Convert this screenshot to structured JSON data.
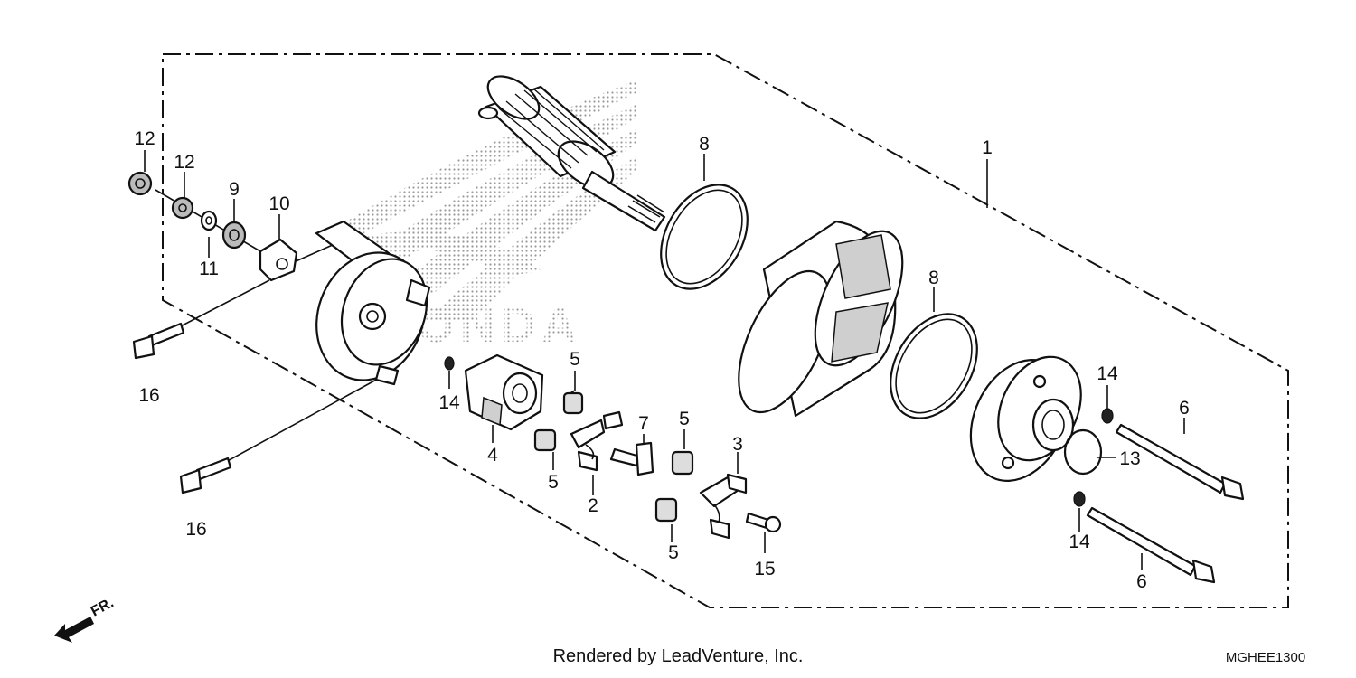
{
  "diagram": {
    "callouts": {
      "p1": "1",
      "p2": "2",
      "p3": "3",
      "p4": "4",
      "p5a": "5",
      "p5b": "5",
      "p5c": "5",
      "p5d": "5",
      "p6a": "6",
      "p6b": "6",
      "p7": "7",
      "p8a": "8",
      "p8b": "8",
      "p9": "9",
      "p10": "10",
      "p11": "11",
      "p12a": "12",
      "p12b": "12",
      "p13": "13",
      "p14a": "14",
      "p14b": "14",
      "p14c": "14",
      "p15": "15",
      "p16a": "16",
      "p16b": "16"
    },
    "watermark_text": "HONDA",
    "front_arrow": "FR.",
    "credit": "Rendered by LeadVenture, Inc.",
    "code": "MGHEE1300"
  }
}
